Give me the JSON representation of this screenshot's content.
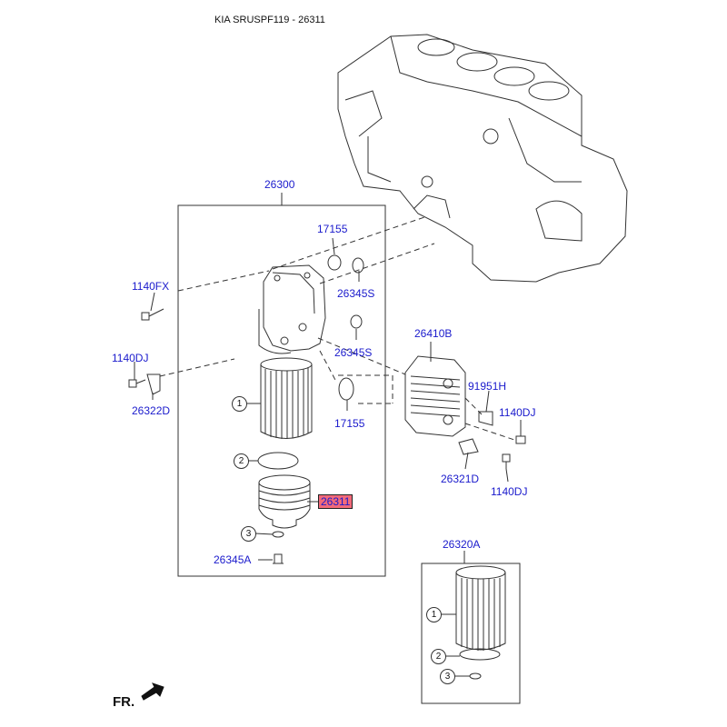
{
  "header": {
    "title": "KIA SRUSPF119 - 26311"
  },
  "parts": {
    "p26300": "26300",
    "p17155a": "17155",
    "p26345s_a": "26345S",
    "p1140fx": "1140FX",
    "p26345s_b": "26345S",
    "p1140dj_a": "1140DJ",
    "p26322d": "26322D",
    "p17155b": "17155",
    "p26410b": "26410B",
    "p91951h": "91951H",
    "p1140dj_b": "1140DJ",
    "p26321d": "26321D",
    "p1140dj_c": "1140DJ",
    "p26311": "26311",
    "p26345a": "26345A",
    "p26320a": "26320A"
  },
  "callouts": {
    "c1": "1",
    "c2": "2",
    "c3": "3",
    "c1b": "1",
    "c2b": "2",
    "c3b": "3"
  },
  "orientation": {
    "front_label": "FR."
  },
  "colors": {
    "link": "#1a1acc",
    "highlight": "#f26a7a",
    "line": "#333333"
  }
}
